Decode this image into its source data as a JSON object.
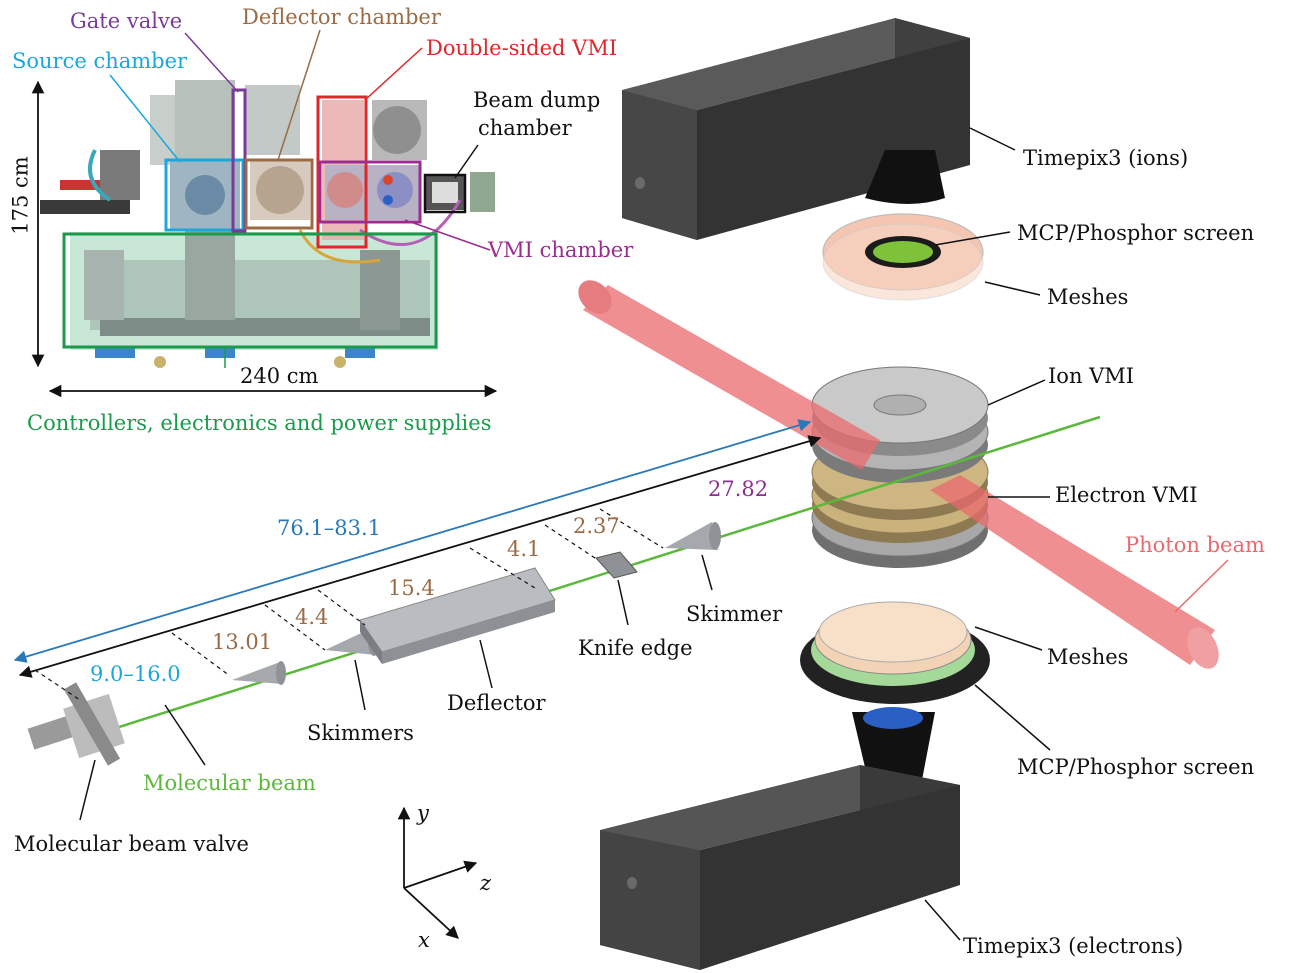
{
  "colors": {
    "source": "#1aa7df",
    "gate": "#7b3a9a",
    "deflector": "#9a6b45",
    "dsvmi": "#e0262b",
    "vmi": "#9a2d8f",
    "controllers": "#1a9a4a",
    "dist_blue": "#2a78b8",
    "dist_cyan": "#1aa7df",
    "dist_purple": "#8a2f8d",
    "molecular_beam": "#5cb83a",
    "photon": "#e96a6e",
    "text": "#111111"
  },
  "setup_labels": {
    "gate_valve": "Gate valve",
    "deflector_chamber": "Deflector chamber",
    "source_chamber": "Source chamber",
    "double_sided_vmi": "Double-sided VMI",
    "beam_dump_1": "Beam dump",
    "beam_dump_2": "chamber",
    "vmi_chamber": "VMI chamber",
    "height": "175 cm",
    "width": "240 cm",
    "controllers": "Controllers, electronics and power supplies"
  },
  "components": {
    "timepix_ions": "Timepix3 (ions)",
    "mcp_top": "MCP/Phosphor screen",
    "meshes_top": "Meshes",
    "ion_vmi": "Ion VMI",
    "electron_vmi": "Electron VMI",
    "photon_beam": "Photon beam",
    "meshes_bottom": "Meshes",
    "mcp_bottom": "MCP/Phosphor screen",
    "timepix_electrons": "Timepix3 (electrons)",
    "skimmer": "Skimmer",
    "knife_edge": "Knife edge",
    "deflector": "Deflector",
    "skimmers": "Skimmers",
    "molecular_beam": "Molecular beam",
    "molecular_beam_valve": "Molecular beam valve"
  },
  "distances": {
    "total": "76.1–83.1",
    "d_valve_skimmer": "9.0–16.0",
    "d_skimmer_skimmer": "13.01",
    "d_skimmer_deflector": "4.4",
    "d_deflector_length": "15.4",
    "d_deflector_knife": "4.1",
    "d_knife_skimmer": "2.37",
    "d_skimmer_vmi": "27.82"
  },
  "axes": {
    "y": "y",
    "z": "z",
    "x": "x"
  }
}
